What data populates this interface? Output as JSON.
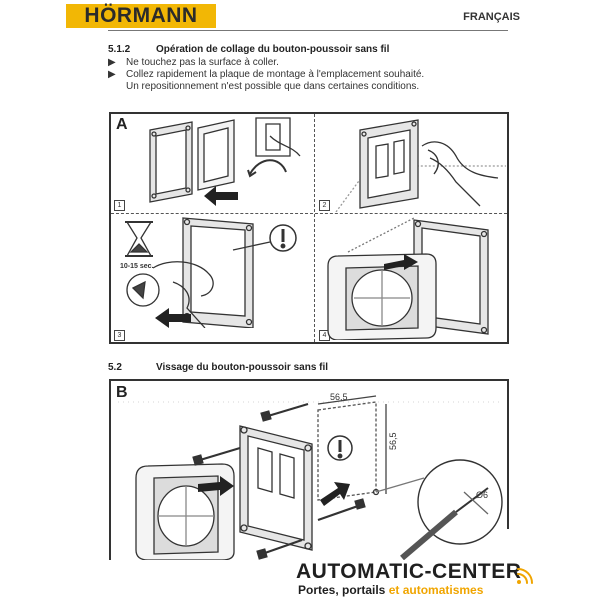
{
  "header": {
    "brand": "HÖRMANN",
    "language": "FRANÇAIS"
  },
  "section_1": {
    "number": "5.1.2",
    "title": "Opération de collage du bouton-poussoir sans fil",
    "bullets": [
      "Ne touchez pas la surface à coller.",
      "Collez rapidement la plaque de montage à l'emplacement souhaité."
    ],
    "note": "Un repositionnement n'est possible que dans certaines conditions.",
    "figure_letter": "A",
    "steps": [
      "1",
      "2",
      "3",
      "4"
    ],
    "wait_label": "10-15 sec."
  },
  "section_2": {
    "number": "5.2",
    "title": "Vissage du bouton-poussoir sans fil",
    "figure_letter": "B",
    "dim_horizontal": "56,5",
    "dim_vertical": "56,5",
    "drill": "Ø6"
  },
  "watermark": {
    "name": "AUTOMATIC-CENTER",
    "tagline_start": "Portes, portails ",
    "tagline_accent": "et automatismes"
  },
  "colors": {
    "brand_yellow": "#f2b705",
    "accent_orange": "#f0a500",
    "frame": "#333333"
  }
}
